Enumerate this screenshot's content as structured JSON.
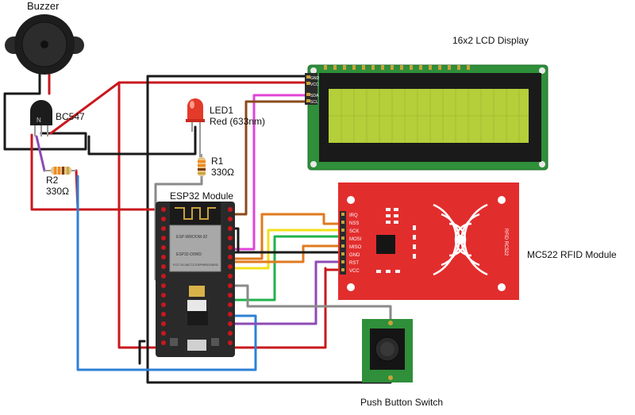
{
  "labels": {
    "buzzer": "Buzzer",
    "lcd": "16x2 LCD Display",
    "transistor": "BC547",
    "led_name": "LED1",
    "led_desc": "Red (633nm)",
    "r1_name": "R1",
    "r1_value": "330Ω",
    "r2_name": "R2",
    "r2_value": "330Ω",
    "esp32": "ESP32 Module",
    "rfid": "MC522 RFID Module",
    "button": "Push Button Switch"
  },
  "lcd_pins": [
    "GND",
    "VCC",
    "SDA",
    "SCL"
  ],
  "rfid_pins": [
    "IRQ",
    "NSS",
    "SCK",
    "MOSI",
    "MISO",
    "GND",
    "RST",
    "VCC"
  ],
  "rfid_board_text": "RFID RC522",
  "esp_chip_text": [
    "ESP-WROOM-32",
    "ESP32-D0WD",
    "FCC ID:2AC7Z-ESPWROOM32"
  ],
  "wire_colors": {
    "red": "#c8181e",
    "black": "#1a1a1a",
    "orange": "#e07a1f",
    "yellow": "#f2e01a",
    "green": "#22b24c",
    "magenta": "#e044d8",
    "blue": "#2e7fd6",
    "purple": "#8e4bb5",
    "gray": "#8a8a8a",
    "brown": "#8b4a1c"
  }
}
